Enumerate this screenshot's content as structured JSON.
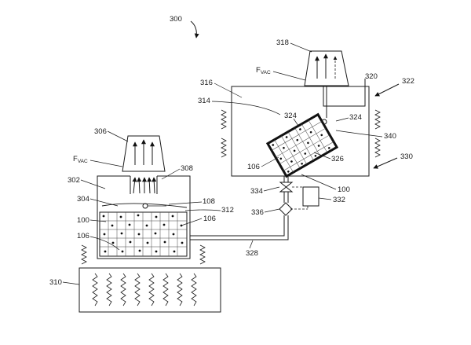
{
  "figure": {
    "number": "300",
    "labels": {
      "l300": "300",
      "l306": "306",
      "l308": "308",
      "l302": "302",
      "l304": "304",
      "l108": "108",
      "l312": "312",
      "l106a": "106",
      "l100a": "100",
      "l106b": "106",
      "l310": "310",
      "l328": "328",
      "l318": "318",
      "l320": "320",
      "l322": "322",
      "l316": "316",
      "l314": "314",
      "l324a": "324",
      "l324b": "324",
      "l340": "340",
      "l106c": "106",
      "l326": "326",
      "l330": "330",
      "l100b": "100",
      "l334": "334",
      "l332": "332",
      "l336": "336"
    },
    "fvac_left": {
      "main": "F",
      "sub": "VAC"
    },
    "fvac_right": {
      "main": "F",
      "sub": "VAC"
    }
  }
}
